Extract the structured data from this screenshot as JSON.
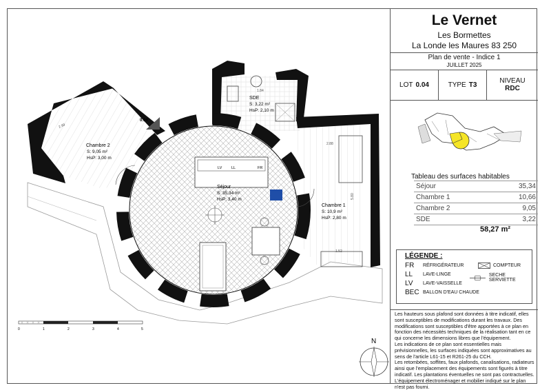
{
  "header": {
    "title": "Le Vernet",
    "subtitle1": "Les Bormettes",
    "subtitle2": "La Londe les Maures 83 250",
    "plan_label": "Plan de vente - Indice 1",
    "date": "JUILLET 2025"
  },
  "info": {
    "lot_label": "LOT",
    "lot_value": "0.04",
    "type_label": "TYPE",
    "type_value": "T3",
    "niveau_label": "NIVEAU",
    "niveau_value": "RDC"
  },
  "surfaces": {
    "title": "Tableau des surfaces habitables",
    "rows": [
      {
        "name": "Séjour",
        "value": "35,34"
      },
      {
        "name": "Chambre 1",
        "value": "10,66"
      },
      {
        "name": "Chambre 2",
        "value": "9,05"
      },
      {
        "name": "SDE",
        "value": "3,22"
      }
    ],
    "total": "58,27 m²"
  },
  "legend": {
    "title": "LÉGENDE :",
    "items": [
      {
        "key": "FR",
        "label": "RÉFRIGÉRATEUR"
      },
      {
        "key": "LL",
        "label": "LAVE-LINGE"
      },
      {
        "key": "LV",
        "label": "LAVE-VAISSELLE"
      },
      {
        "key": "BEC",
        "label": "BALLON D'EAU CHAUDE"
      }
    ],
    "symbols": [
      {
        "label": "COMPTEUR"
      },
      {
        "label": "SECHE SERVIETTE"
      }
    ]
  },
  "notes": [
    "Les hauteurs sous plafond sont données à titre indicatif, elles sont susceptibles de modifications durant les travaux. Des modifications sont susceptibles d'être apportées à ce plan en fonction des nécessités techniques de la réalisation tant en ce qui concerne les dimensions libres que l'équipement.",
    "Les indications de ce plan sont essentielles mais prévisionnelles, les surfaces indiquées sont approximatives au sens de l'article L61-15 et R261-25 du CCH.",
    "Les retombées, soffites, faux plafonds, canalisations, radiateurs ainsi que l'emplacement des équipements sont figurés à titre indicatif. Les plantations éventuelles ne sont pas contractuelles. L'équipement électroménager et mobilier indiqué sur le plan n'est pas fourni."
  ],
  "plan": {
    "lot_tag": "0.04",
    "north": "N",
    "scale_ticks": [
      "0",
      "1",
      "2",
      "3",
      "4",
      "5"
    ],
    "rooms": {
      "sejour": {
        "name": "Séjour",
        "area": "S: 35,34 m²",
        "height": "HsP: 3,40 m"
      },
      "chambre1": {
        "name": "Chambre 1",
        "area": "S: 10,9 m²",
        "height": "HsP: 2,80 m"
      },
      "chambre2": {
        "name": "Chambre 2",
        "area": "S: 9,05 m²",
        "height": "HsP: 3,00 m"
      },
      "sde": {
        "name": "SDE",
        "area": "S: 3,22 m²",
        "height": "HsP: 2,10 m"
      }
    },
    "appliances": [
      "LV",
      "LL",
      "FR"
    ],
    "dims": [
      "2.99",
      "2.88",
      "5.80",
      "1.52",
      "1.84"
    ]
  },
  "colors": {
    "highlight": "#f5e526",
    "wall": "#111111",
    "counter_badge": "#1f4ea8"
  }
}
